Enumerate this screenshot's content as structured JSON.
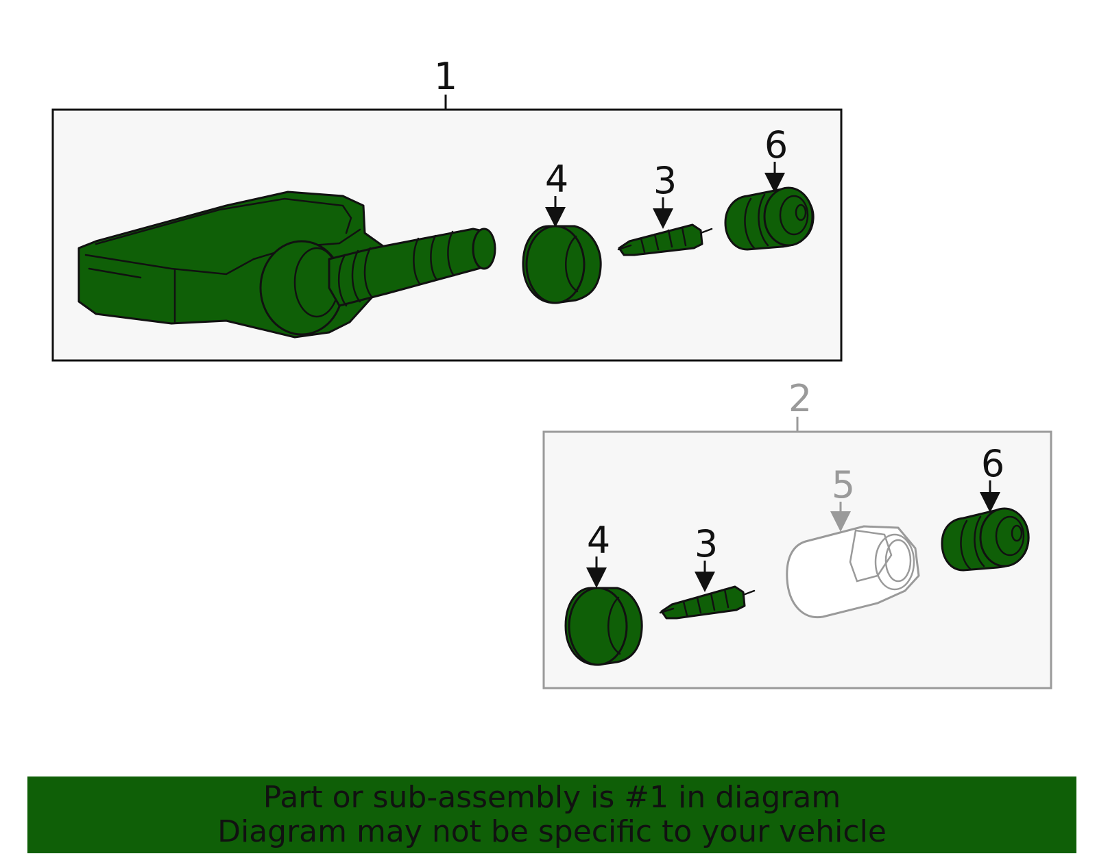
{
  "callouts": {
    "assembly_1": "1",
    "assembly_2": "2",
    "top_grommet": "4",
    "top_valve_core": "3",
    "top_cap": "6",
    "bottom_grommet": "4",
    "bottom_valve_core": "3",
    "bottom_nut": "5",
    "bottom_cap": "6"
  },
  "banner": {
    "line1": "Part or sub-assembly is #1 in diagram",
    "line2": "Diagram may not be specific to your vehicle"
  },
  "colors": {
    "highlight": "#0f5f07",
    "outline": "#111111",
    "ghost": "#9a9a9a",
    "panel": "#f7f7f7"
  }
}
